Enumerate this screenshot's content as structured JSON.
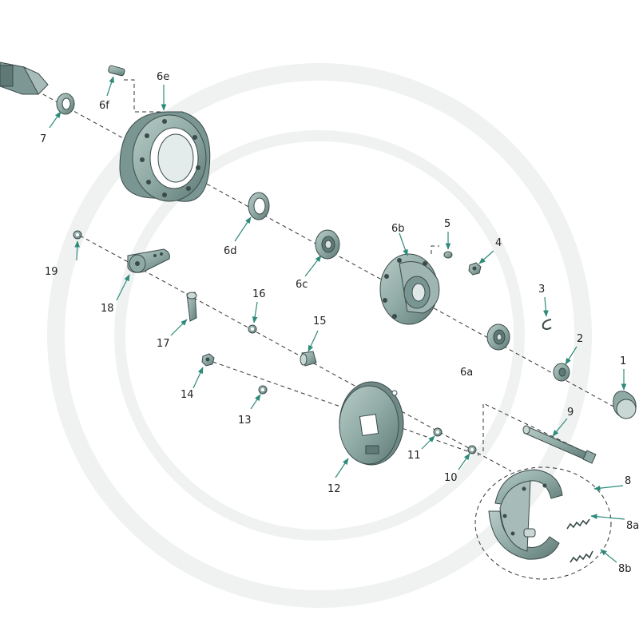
{
  "labels": {
    "p1": "1",
    "p2": "2",
    "p3": "3",
    "p4": "4",
    "p5": "5",
    "p6a": "6a",
    "p6b": "6b",
    "p6c": "6c",
    "p6d": "6d",
    "p6e": "6e",
    "p6f": "6f",
    "p7": "7",
    "p8": "8",
    "p8a": "8a",
    "p8b": "8b",
    "p9": "9",
    "p10": "10",
    "p11": "11",
    "p12": "12",
    "p13": "13",
    "p14": "14",
    "p15": "15",
    "p16": "16",
    "p17": "17",
    "p18": "18",
    "p19": "19"
  },
  "colors": {
    "part_fill": "#8faaa4",
    "part_dark": "#5f7a76",
    "part_light": "#c9d8d4",
    "leader_arrow": "#2e8b7a",
    "dash_line": "#333333"
  }
}
